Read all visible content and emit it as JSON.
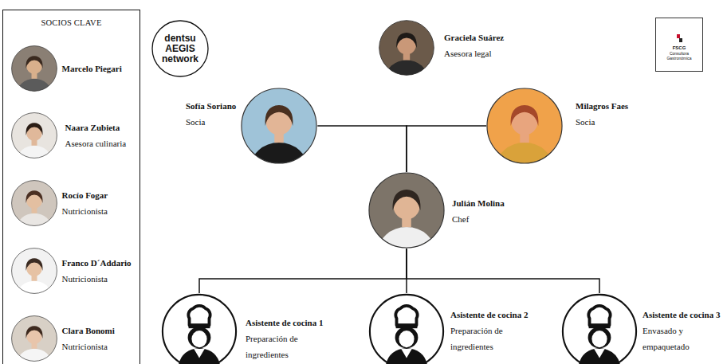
{
  "diagram": {
    "nodes": [
      {
        "text": [
          "SOCIOS CLAVE"
        ]
      },
      {
        "text": [
          "Marcelo Piegari"
        ],
        "in": 0
      },
      {
        "text": [
          "Naara Zubieta",
          "Asesora culinaria"
        ],
        "in": 0
      },
      {
        "text": [
          "Rocío Fogar",
          "Nutricionista"
        ],
        "in": 0
      },
      {
        "text": [
          "Franco D´Addario",
          "Nutricionista"
        ],
        "in": 0
      },
      {
        "text": [
          "Clara Bonomi",
          "Nutricionista"
        ],
        "in": 0
      },
      {
        "text": [
          "dentsu AEGIS network"
        ]
      },
      {
        "text": [
          "Graciela Suárez",
          "Asesora legal"
        ]
      },
      {
        "text": [
          "FSCG",
          "Consultora Gastronómica"
        ]
      },
      {
        "text": [
          "Sofía Soriano",
          "Socia"
        ]
      },
      {
        "text": [
          "Milagros Faes",
          "Socia"
        ]
      },
      {
        "text": [
          "Julián Molina",
          "Chef"
        ]
      },
      {
        "text": [
          "Asistente de cocina 1",
          "Preparación de ingredientes"
        ]
      },
      {
        "text": [
          "Asistente de cocina 2",
          "Preparación de ingredientes"
        ]
      },
      {
        "text": [
          "Asistente de cocina 3",
          "Envasado y empaquetado"
        ]
      }
    ],
    "edges": [
      {
        "from": 9,
        "to": 11,
        "arrow": "none"
      },
      {
        "from": 10,
        "to": 11,
        "arrow": "none"
      },
      {
        "from": 11,
        "to": 12,
        "arrow": "none"
      },
      {
        "from": 11,
        "to": 13,
        "arrow": "none"
      },
      {
        "from": 11,
        "to": 14,
        "arrow": "none"
      }
    ]
  }
}
